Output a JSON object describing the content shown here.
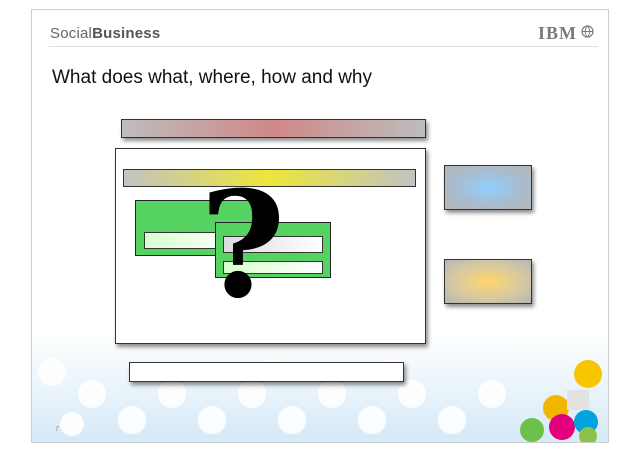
{
  "header": {
    "brand_light": "Social",
    "brand_bold": "Business",
    "logo": "IBM"
  },
  "title": "What does what, where, how and why",
  "diagram": {
    "question_mark": "?"
  },
  "footer": {
    "page_number": "7"
  },
  "icons": {
    "globe": "globe-icon"
  },
  "colors": {
    "accent_green": "#55d261",
    "accent_yellow": "#ece63a",
    "accent_red": "#d08888",
    "accent_blue": "#8fd0ff",
    "accent_orange": "#ffd66a"
  }
}
